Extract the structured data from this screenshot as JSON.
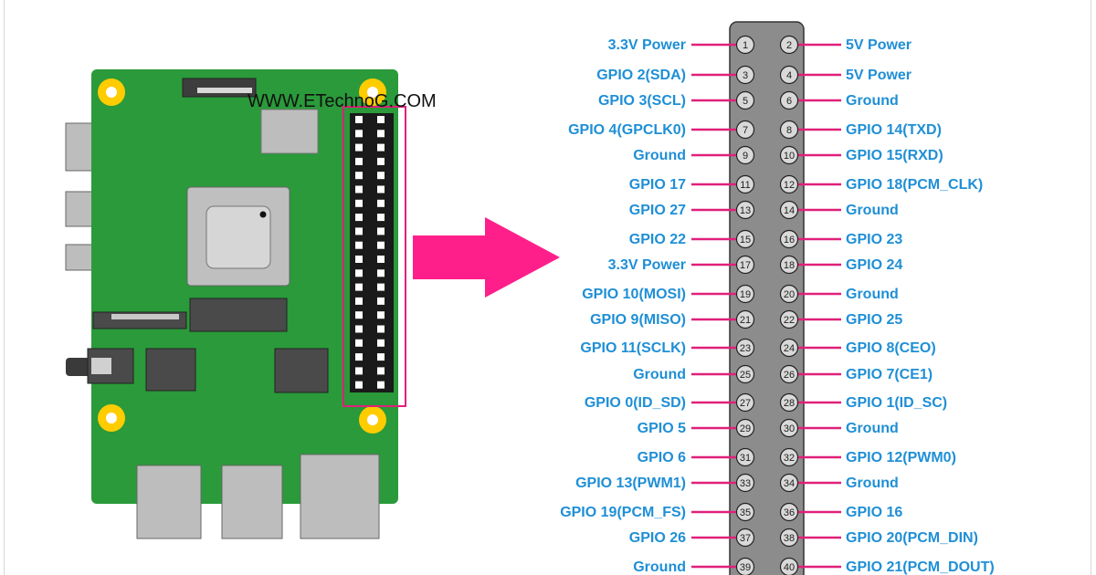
{
  "watermark": "WWW.ETechnoG.COM",
  "colors": {
    "board_green": "#2a9a3a",
    "header_pin_dark": "#1a1a1a",
    "highlight_pink": "#e0207a",
    "arrow_pink": "#ff1f8a",
    "label_blue": "#1f8fd6",
    "header_grey": "#8c8c8c",
    "mount_hole_yellow": "#ffcc00"
  },
  "arrow_icon": "right-arrow-icon",
  "pins": [
    {
      "n": "1",
      "label": "3.3V Power"
    },
    {
      "n": "2",
      "label": "5V Power"
    },
    {
      "n": "3",
      "label": "GPIO 2(SDA)"
    },
    {
      "n": "4",
      "label": "5V Power"
    },
    {
      "n": "5",
      "label": "GPIO 3(SCL)"
    },
    {
      "n": "6",
      "label": "Ground"
    },
    {
      "n": "7",
      "label": "GPIO 4(GPCLK0)"
    },
    {
      "n": "8",
      "label": "GPIO 14(TXD)"
    },
    {
      "n": "9",
      "label": "Ground"
    },
    {
      "n": "10",
      "label": "GPIO 15(RXD)"
    },
    {
      "n": "11",
      "label": "GPIO 17"
    },
    {
      "n": "12",
      "label": "GPIO 18(PCM_CLK)"
    },
    {
      "n": "13",
      "label": "GPIO 27"
    },
    {
      "n": "14",
      "label": "Ground"
    },
    {
      "n": "15",
      "label": "GPIO 22"
    },
    {
      "n": "16",
      "label": "GPIO 23"
    },
    {
      "n": "17",
      "label": "3.3V Power"
    },
    {
      "n": "18",
      "label": "GPIO 24"
    },
    {
      "n": "19",
      "label": "GPIO 10(MOSI)"
    },
    {
      "n": "20",
      "label": "Ground"
    },
    {
      "n": "21",
      "label": "GPIO 9(MISO)"
    },
    {
      "n": "22",
      "label": "GPIO 25"
    },
    {
      "n": "23",
      "label": "GPIO 11(SCLK)"
    },
    {
      "n": "24",
      "label": "GPIO 8(CEO)"
    },
    {
      "n": "25",
      "label": "Ground"
    },
    {
      "n": "26",
      "label": "GPIO 7(CE1)"
    },
    {
      "n": "27",
      "label": "GPIO 0(ID_SD)"
    },
    {
      "n": "28",
      "label": "GPIO 1(ID_SC)"
    },
    {
      "n": "29",
      "label": "GPIO 5"
    },
    {
      "n": "30",
      "label": "Ground"
    },
    {
      "n": "31",
      "label": "GPIO 6"
    },
    {
      "n": "32",
      "label": "GPIO 12(PWM0)"
    },
    {
      "n": "33",
      "label": "GPIO 13(PWM1)"
    },
    {
      "n": "34",
      "label": "Ground"
    },
    {
      "n": "35",
      "label": "GPIO 19(PCM_FS)"
    },
    {
      "n": "36",
      "label": "GPIO 16"
    },
    {
      "n": "37",
      "label": "GPIO 26"
    },
    {
      "n": "38",
      "label": "GPIO 20(PCM_DIN)"
    },
    {
      "n": "39",
      "label": "Ground"
    },
    {
      "n": "40",
      "label": "GPIO 21(PCM_DOUT)"
    }
  ]
}
